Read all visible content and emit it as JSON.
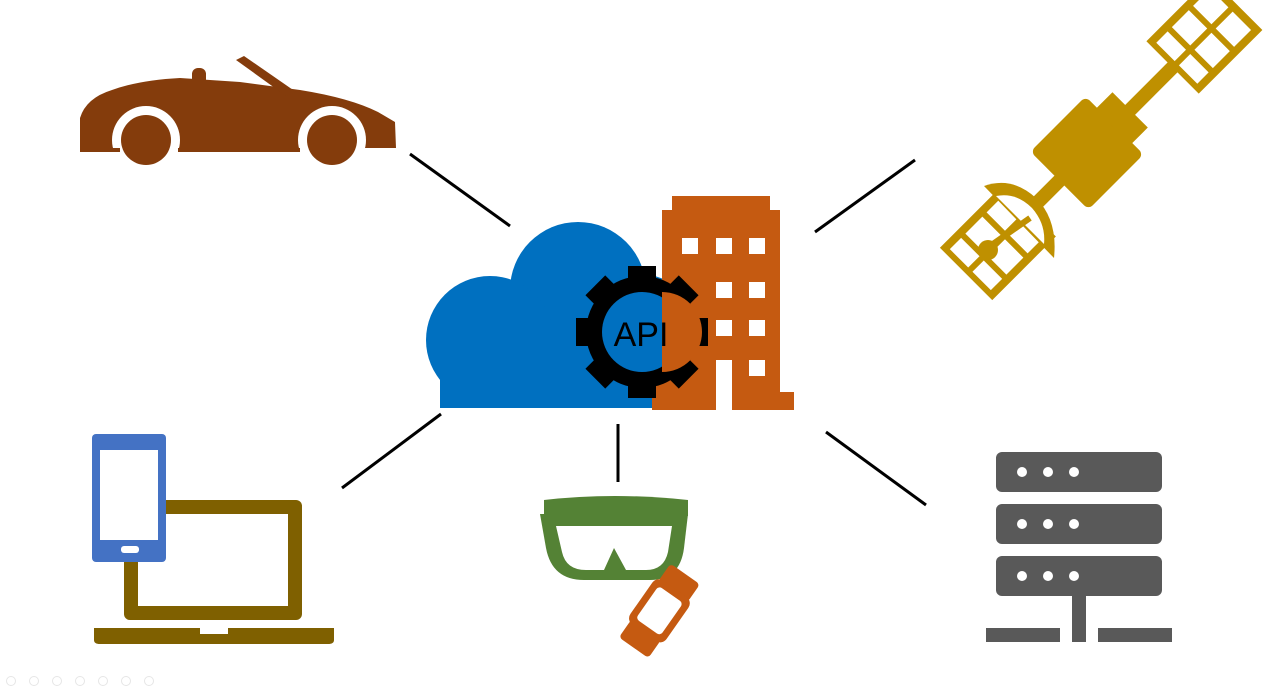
{
  "center": {
    "gear_label": "API",
    "colors": {
      "cloud": "#0070c0",
      "building": "#c55a11",
      "gear": "#000000"
    }
  },
  "nodes": [
    {
      "name": "car",
      "icon": "car-icon",
      "color": "#843c0c"
    },
    {
      "name": "satellite",
      "icon": "satellite-icon",
      "color": "#bf9000"
    },
    {
      "name": "phone-laptop",
      "icon": "phone-laptop-icon",
      "colors": [
        "#4472c4",
        "#7f6000"
      ]
    },
    {
      "name": "wearables",
      "icon": "headset-watch-icon",
      "colors": [
        "#548235",
        "#c55a11"
      ]
    },
    {
      "name": "server",
      "icon": "server-rack-icon",
      "color": "#595959"
    }
  ],
  "connector_color": "#000000"
}
